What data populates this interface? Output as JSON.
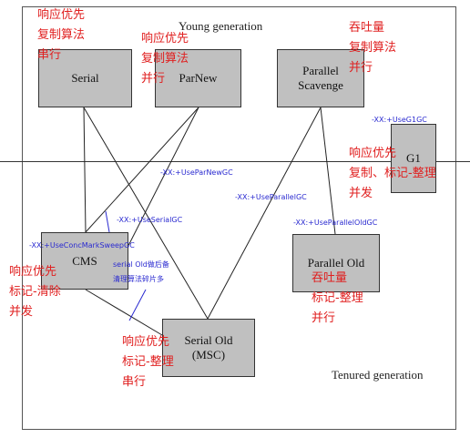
{
  "regions": {
    "young": "Young generation",
    "tenured": "Tenured generation"
  },
  "collectors": {
    "serial": "Serial",
    "parnew": "ParNew",
    "parallel_scavenge": "Parallel\nScavenge",
    "g1": "G1",
    "cms": "CMS",
    "parallel_old": "Parallel Old",
    "serial_old": "Serial Old\n(MSC)"
  },
  "notes": {
    "serial": "响应优先\n复制算法\n串行",
    "parnew": "响应优先\n复制算法\n并行",
    "parallel_scavenge": "吞吐量\n复制算法\n并行",
    "g1": "响应优先\n复制、标记-整理\n并发",
    "cms": "响应优先\n标记-清除\n并发",
    "parallel_old": "吞吐量\n标记-整理\n并行",
    "serial_old": "响应优先\n标记-整理\n串行"
  },
  "flags": {
    "use_g1gc": "-XX:+UseG1GC",
    "use_parnewgc": "-XX:+UseParNewGC",
    "use_parallelgc": "-XX:+UseParallelGC",
    "use_serialgc": "-XX:+UseSerialGC",
    "use_parallel_old_gc": "-XX:+UseParallelOldGC",
    "use_conc_mark_sweep_gc": "-XX:+UseConcMarkSweepGC",
    "serial_old_fallback": "serial Old做后备\n清理算法碎片多"
  },
  "colors": {
    "box_fill": "#c0c0c0",
    "note_red": "#e02020",
    "flag_blue": "#2a2ad0"
  }
}
